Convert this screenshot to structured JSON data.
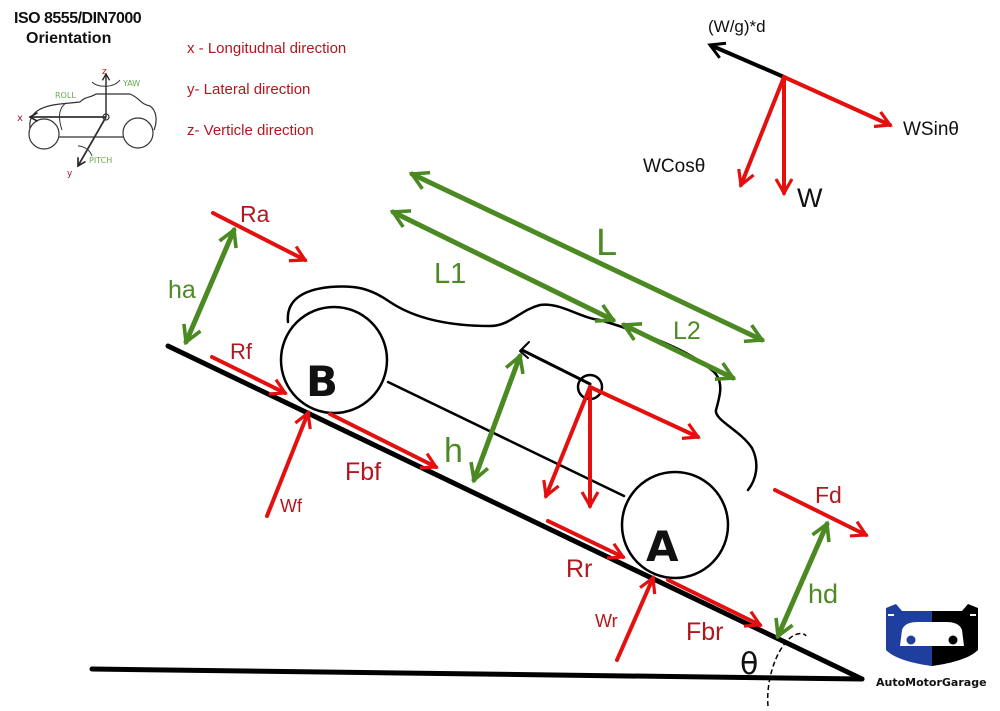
{
  "orientation": {
    "title_line1": "ISO 8555/DIN7000",
    "title_line2": "Orientation",
    "axes": {
      "x": "x",
      "y": "y",
      "z": "z"
    },
    "rotations": {
      "roll": "ROLL",
      "yaw": "YAW",
      "pitch": "PITCH"
    }
  },
  "legend": {
    "items": [
      "x - Longitudnal direction",
      "y- Lateral direction",
      "z- Verticle direction"
    ]
  },
  "weight_components": {
    "inertia": "(W/g)*d",
    "w_sin": "WSinθ",
    "w_cos": "WCosθ",
    "w": "W"
  },
  "forces": {
    "ra": "Ra",
    "rf": "Rf",
    "rr": "Rr",
    "fbf": "Fbf",
    "fbr": "Fbr",
    "wf": "Wf",
    "wr": "Wr",
    "fd": "Fd"
  },
  "dimensions": {
    "ha": "ha",
    "h": "h",
    "hd": "hd",
    "l": "L",
    "l1": "L1",
    "l2": "L2"
  },
  "wheels": {
    "front": "B",
    "rear": "A"
  },
  "angle": {
    "theta": "θ"
  },
  "brand": {
    "name": "AutoMotorGarage",
    "color_blue": "#1f3f9e",
    "color_black": "#000000"
  },
  "colors": {
    "force_red": "#e3100f",
    "label_red": "#b2171e",
    "dimension_green": "#4b8a22"
  }
}
